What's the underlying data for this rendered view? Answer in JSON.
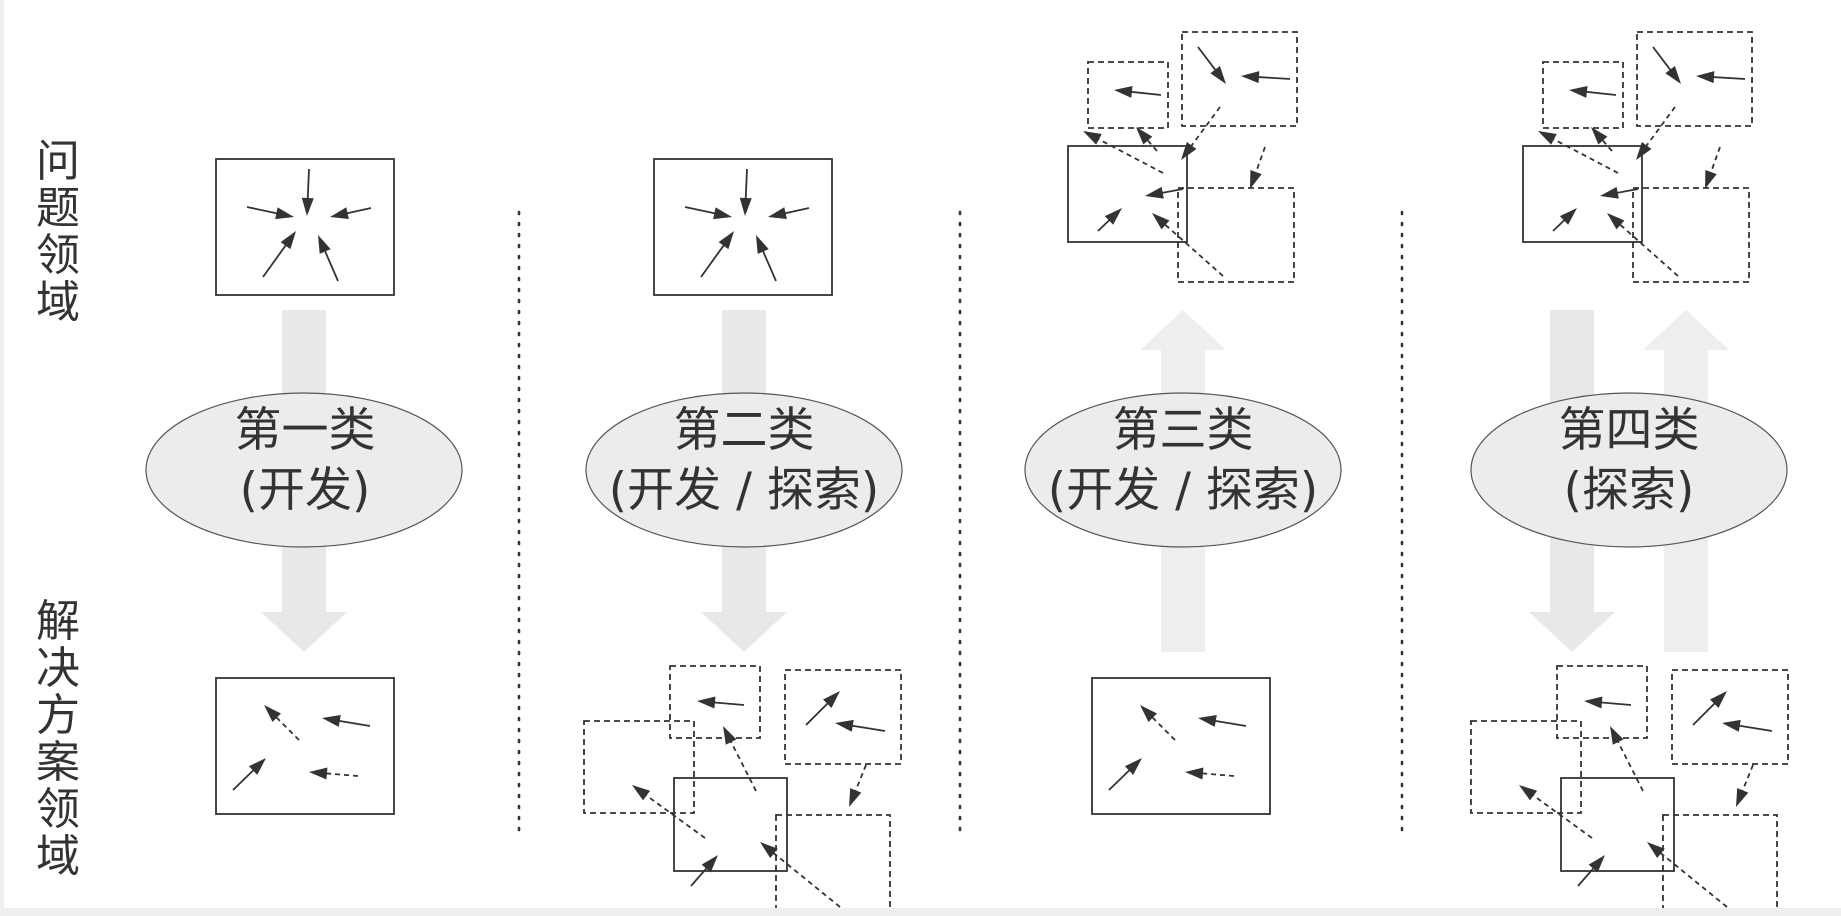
{
  "labels": {
    "problem_domain": "问题领域",
    "solution_domain": "解决方案领域"
  },
  "categories": [
    {
      "title": "第一类",
      "subtitle": "(开发)",
      "flows": [
        "down"
      ],
      "problem": "single",
      "solution": "single"
    },
    {
      "title": "第二类",
      "subtitle": "(开发 / 探索)",
      "flows": [
        "down"
      ],
      "problem": "single",
      "solution": "cluster"
    },
    {
      "title": "第三类",
      "subtitle": "(开发 / 探索)",
      "flows": [
        "up"
      ],
      "problem": "cluster",
      "solution": "single"
    },
    {
      "title": "第四类",
      "subtitle": "(探索)",
      "flows": [
        "down",
        "up"
      ],
      "problem": "cluster",
      "solution": "cluster"
    }
  ],
  "colors": {
    "line": "#333333",
    "ellipse_fill": "#ececec",
    "arrow_down": "#e8e8e8",
    "arrow_up": "#eeeeee"
  }
}
